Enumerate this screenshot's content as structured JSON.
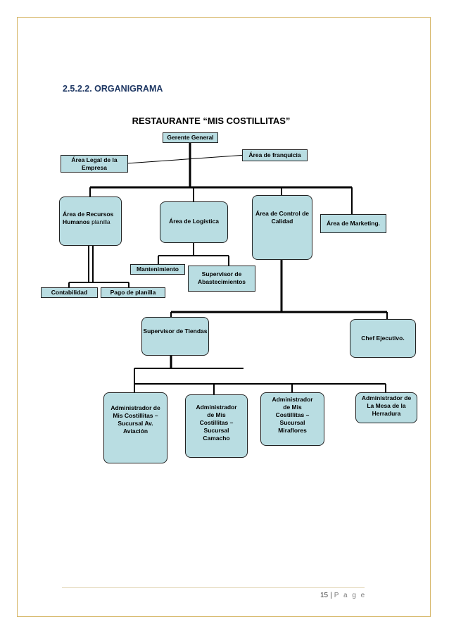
{
  "section_title": "2.5.2.2. ORGANIGRAMA",
  "chart_title": "RESTAURANTE “MIS COSTILLITAS”",
  "nodes": {
    "gerente": "Gerente General",
    "legal": "Área Legal de la Empresa",
    "franquicia": "Área de franquicia",
    "rrhh_bold": "Área de Recursos Humanos",
    "rrhh_rest": "planilla",
    "logistica": "Área de Logística",
    "control": "Área de Control de Calidad",
    "marketing": "Área de Marketing.",
    "mantenimiento": "Mantenimiento",
    "abastecimientos": "Supervisor de Abastecimientos",
    "contabilidad": "Contabilidad",
    "pago_planilla": "Pago de planilla",
    "supervisor_tiendas": "Supervisor de Tiendas",
    "chef": "Chef Ejecutivo.",
    "adm_aviacion": "Administrador de Mis Costillitas – Sucursal Av. Aviación",
    "adm_camacho": "Administrador de Mis Costillitas – Sucursal Camacho",
    "adm_miraflores": "Administrador de Mis Costillitas – Sucursal Miraflores",
    "adm_herradura": "Administrador de La Mesa de la Herradura"
  },
  "footer": {
    "page_number": "15",
    "separator": "|",
    "page_label": "P a g e"
  }
}
